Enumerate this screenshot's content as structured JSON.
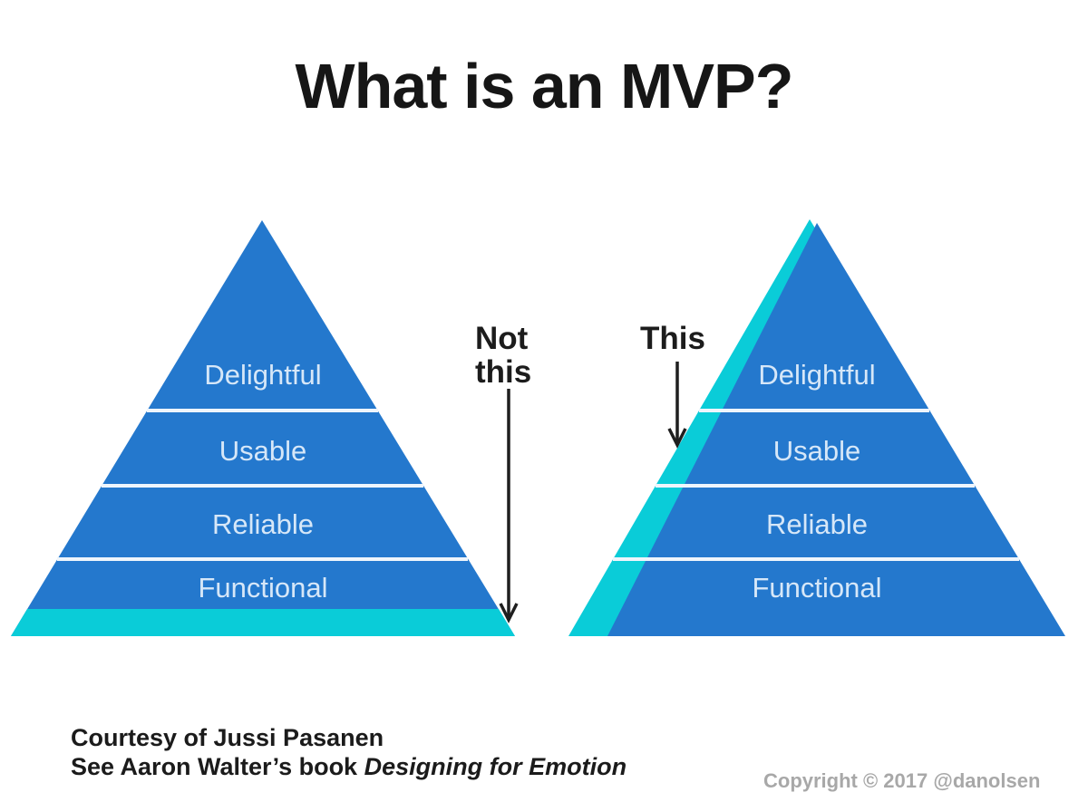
{
  "title": "What is an MVP?",
  "left_pyramid": {
    "annotation": "Not\nthis",
    "layers": [
      "Delightful",
      "Usable",
      "Reliable",
      "Functional"
    ]
  },
  "right_pyramid": {
    "annotation": "This",
    "layers": [
      "Delightful",
      "Usable",
      "Reliable",
      "Functional"
    ]
  },
  "footer": {
    "credit_line1": "Courtesy of Jussi Pasanen",
    "credit_line2_text": "See Aaron Walter’s book ",
    "credit_line2_book_title": "Designing for Emotion",
    "copyright": "Copyright © 2017 @danolsen"
  },
  "colors": {
    "pyramid_blue": "#2478cd",
    "mvp_teal": "#0accd8",
    "divider_white": "#eef5fc",
    "layer_label": "#d6e7f8",
    "arrow_black": "#1f1f1f",
    "copyright_gray": "#a8a8a8"
  }
}
